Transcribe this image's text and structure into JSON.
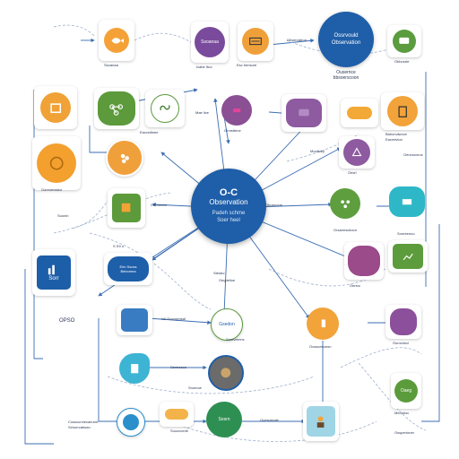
{
  "diagram": {
    "center": {
      "title": "O-C",
      "subtitle": "Observation",
      "line1": "Padeh schme",
      "line2": "Soer heel"
    },
    "top_right_circle": {
      "title": "Ossrvould",
      "subtitle": "Observation",
      "caption": "Ousernce\nbbsoerscoon"
    },
    "labels": {
      "t_a": "Ssoanaa",
      "t_b": "Ivabe Ibur",
      "t_c": "Esc tmnsore",
      "t_d": "Observatron",
      "t_e": "Obbosrte",
      "r1_a": "Mae lice",
      "r1_b": "Eaccsiltnee",
      "r1_c": "Grmsttene",
      "r1_d": "Bahonulwcce",
      "r1_e": "Eacretvion",
      "r1_f": "Moofsiey",
      "r1_g": "Oesrl",
      "r1_h": "Oenmuveos",
      "r2_a": "Gonmersstor",
      "r2_b": "Cteosconr",
      "r2_c": "Obossocm",
      "r2_d": "Orsamrsctioon",
      "r2_e": "Sonreenoo",
      "r3_a": "Soonin",
      "r3_b": "S S9 o",
      "r3_c": "Sorr",
      "r3_d": "Elm Ssoss",
      "r3_e": "Bebomea",
      "r3_f": "Stesbo",
      "r3_g": "Oegdelloe",
      "r3_h": "Oersrc",
      "r4_a": "OPSO",
      "r4_b": "Ioll Scocqensal",
      "r4_c": "Gsedon",
      "r4_d": "Oosscesoeon",
      "r4_e": "Osrocheci",
      "r4_f": "Ssrmecoe",
      "r5_a": "Soreveerns",
      "r5_b": "Snomoe",
      "r5_c": "Meonrisc",
      "r5_d": "Sxhorrvatioan",
      "r5_e": "Oaeg",
      "r6_a": "Cosscunnecaeurnt",
      "r6_b": "Soocncerie",
      "r6_c": "Sosrn",
      "r6_d": "Ooesnerate",
      "r6_e": "Osspertoner"
    },
    "nodes": [
      {
        "name": "node-top-1",
        "color": "#f4a238"
      },
      {
        "name": "node-top-2",
        "color": "#7a4a9c"
      },
      {
        "name": "node-top-3",
        "color": "#f0a03a"
      },
      {
        "name": "node-top-4",
        "color": "#5a9c3e"
      },
      {
        "name": "node-left-1",
        "color": "#f0a236"
      },
      {
        "name": "node-left-2",
        "color": "#5c9a3c"
      },
      {
        "name": "node-mid-1",
        "color": "#7a4a9c"
      },
      {
        "name": "node-mid-2",
        "color": "#8b4f94"
      },
      {
        "name": "node-mid-3",
        "color": "#f3a936"
      },
      {
        "name": "node-left-3",
        "color": "#f3a02e"
      },
      {
        "name": "node-left-4",
        "color": "#f2a33a"
      },
      {
        "name": "node-mid-4",
        "color": "#8e5aa0"
      },
      {
        "name": "node-right-1",
        "color": "#5e9e3f"
      },
      {
        "name": "node-right-2",
        "color": "#2eb8c7"
      },
      {
        "name": "node-left-5",
        "color": "#5d9a3e"
      },
      {
        "name": "node-right-3",
        "color": "#9b4a8a"
      },
      {
        "name": "node-right-4",
        "color": "#5d9c3c"
      },
      {
        "name": "node-left-6",
        "color": "#1d5ea8"
      },
      {
        "name": "node-left-7",
        "color": "#1e5fa9"
      },
      {
        "name": "node-bottom-1",
        "color": "#3a7cc2"
      },
      {
        "name": "node-bottom-2",
        "color": "#1f63ae"
      },
      {
        "name": "node-bottom-3",
        "color": "#f2a33a"
      },
      {
        "name": "node-bottom-4",
        "color": "#8c4f9b"
      },
      {
        "name": "node-bottom-5",
        "color": "#3db4d4"
      },
      {
        "name": "node-bottom-6",
        "color": "#6b6b6b"
      },
      {
        "name": "node-bottom-7",
        "color": "#5c9b3b"
      },
      {
        "name": "node-bottom-8",
        "color": "#2a8fca"
      },
      {
        "name": "node-bottom-9",
        "color": "#f3b34a"
      },
      {
        "name": "node-bottom-10",
        "color": "#2e8f52"
      },
      {
        "name": "node-bottom-11",
        "color": "#a0d5e6"
      }
    ],
    "colors": {
      "blue": "#1f5ea8",
      "line": "#3b6db3",
      "dash": "#9fb1cc",
      "orange": "#f2a236",
      "purple": "#7a4a9c",
      "green": "#5c9b3c",
      "teal": "#2eb8c7"
    }
  }
}
